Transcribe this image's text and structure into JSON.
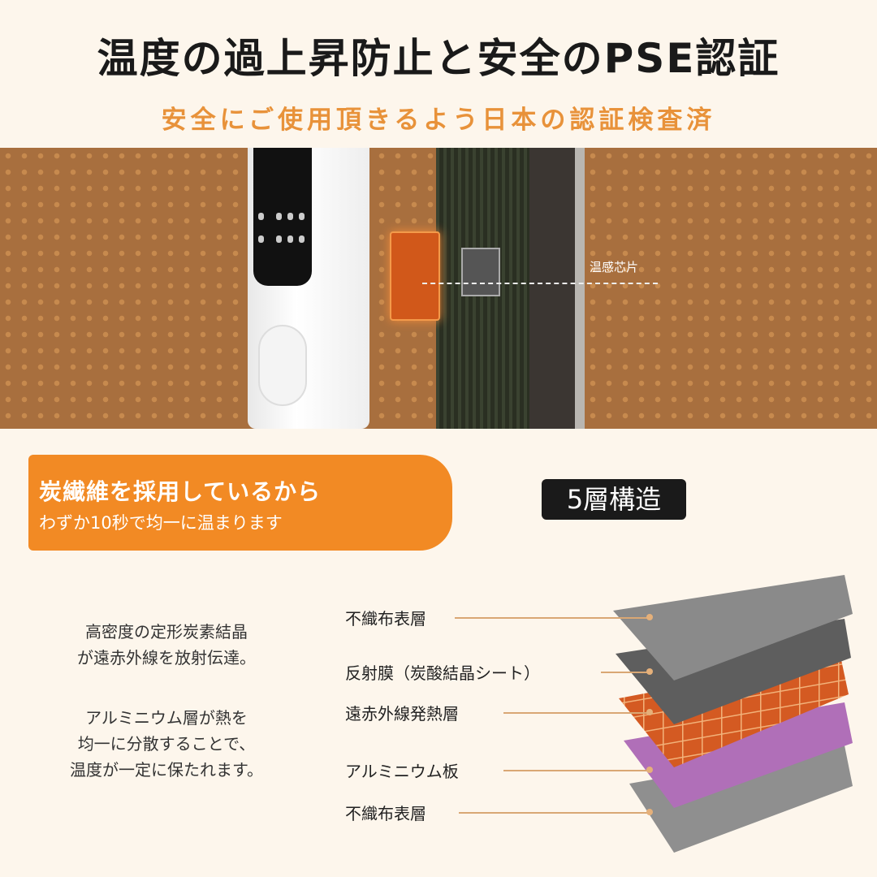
{
  "header": {
    "title": "温度の過上昇防止と安全のPSE認証",
    "subtitle": "安全にご使用頂きるよう日本の認証検査済"
  },
  "product_image": {
    "sensor_label": "温感芯片"
  },
  "banner": {
    "line1": "炭繊維を採用しているから",
    "line2": "わずか10秒で均一に温まります",
    "color": "#f28a24"
  },
  "badge": {
    "label": "5層構造"
  },
  "description": {
    "paragraph1": [
      "高密度の定形炭素結晶",
      "が遠赤外線を放射伝達。"
    ],
    "paragraph2": [
      "アルミニウム層が熱を",
      "均一に分散することで、",
      "温度が一定に保たれます。"
    ]
  },
  "layers": [
    {
      "label": "不織布表層",
      "color": "#8a8a8a"
    },
    {
      "label": "反射膜（炭酸結晶シート）",
      "color": "#5e5e5e"
    },
    {
      "label": "遠赤外線発熱層",
      "color": "#d45a22"
    },
    {
      "label": "アルミニウム板",
      "color": "#b06fb8"
    },
    {
      "label": "不織布表層",
      "color": "#8f8f8f"
    }
  ]
}
